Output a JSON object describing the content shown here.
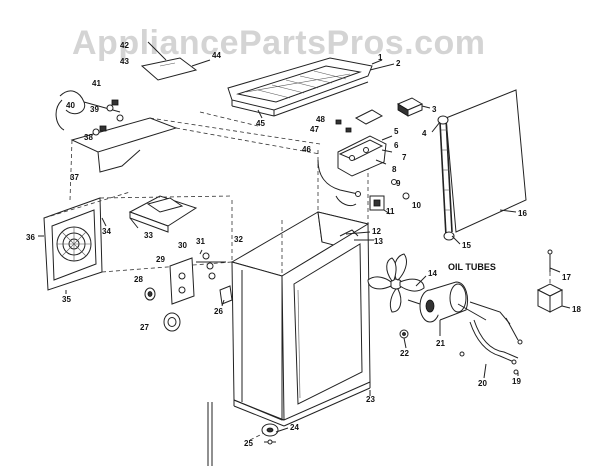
{
  "watermark": "AppliancePartsPros.com",
  "oil_tubes_label": "OIL TUBES",
  "callouts": {
    "c1": "1",
    "c2": "2",
    "c3": "3",
    "c4": "4",
    "c5": "5",
    "c6": "6",
    "c7": "7",
    "c8": "8",
    "c9": "9",
    "c10": "10",
    "c11": "11",
    "c12": "12",
    "c13": "13",
    "c14": "14",
    "c15": "15",
    "c16": "16",
    "c17": "17",
    "c18": "18",
    "c19": "19",
    "c20": "20",
    "c21": "21",
    "c22": "22",
    "c23": "23",
    "c24": "24",
    "c25": "25",
    "c26": "26",
    "c27": "27",
    "c28": "28",
    "c29": "29",
    "c30": "30",
    "c31": "31",
    "c32": "32",
    "c33": "33",
    "c34": "34",
    "c35": "35",
    "c36": "36",
    "c37": "37",
    "c38": "38",
    "c39": "39",
    "c40": "40",
    "c41": "41",
    "c42": "42",
    "c43": "43",
    "c44": "44",
    "c45": "45",
    "c46": "46",
    "c47": "47",
    "c48": "48"
  }
}
